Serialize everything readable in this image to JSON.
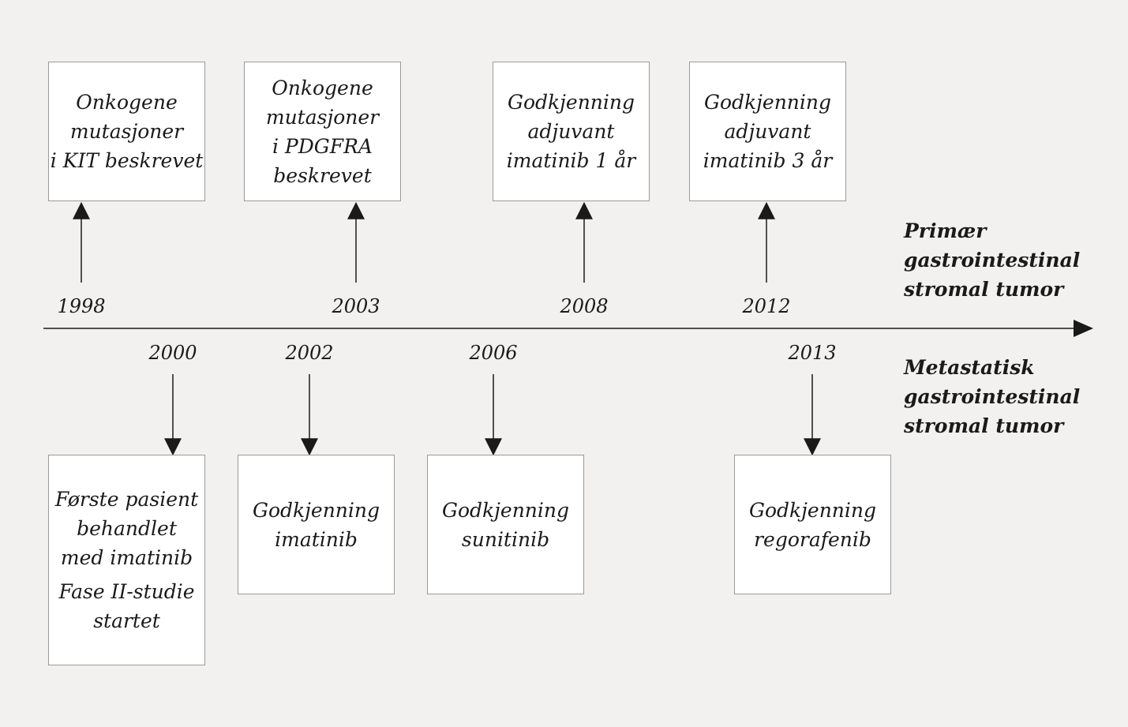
{
  "axis_labels": {
    "primary": [
      "Primær",
      "gastrointestinal",
      "stromal tumor"
    ],
    "metastatic": [
      "Metastatisk",
      "gastrointestinal",
      "stromal tumor"
    ]
  },
  "top_events": [
    {
      "year": "1998",
      "lines": [
        "Onkogene",
        "mutasjoner",
        "i KIT beskrevet"
      ]
    },
    {
      "year": "2003",
      "lines": [
        "Onkogene",
        "mutasjoner",
        "i PDGFRA",
        "beskrevet"
      ]
    },
    {
      "year": "2008",
      "lines": [
        "Godkjenning",
        "adjuvant",
        "imatinib 1 år"
      ]
    },
    {
      "year": "2012",
      "lines": [
        "Godkjenning",
        "adjuvant",
        "imatinib 3 år"
      ]
    }
  ],
  "bottom_events": [
    {
      "year": "2000",
      "lines": [
        "Første pasient",
        "behandlet",
        "med imatinib"
      ],
      "extra_lines": [
        "Fase II-studie",
        "startet"
      ]
    },
    {
      "year": "2002",
      "lines": [
        "Godkjenning",
        "imatinib"
      ]
    },
    {
      "year": "2006",
      "lines": [
        "Godkjenning",
        "sunitinib"
      ]
    },
    {
      "year": "2013",
      "lines": [
        "Godkjenning",
        "regorafenib"
      ]
    }
  ]
}
